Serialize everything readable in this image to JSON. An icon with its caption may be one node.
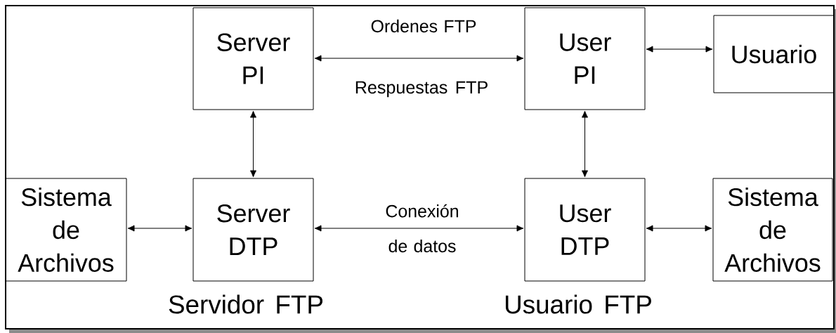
{
  "diagram": {
    "nodes": [
      {
        "text": [
          "Server PI"
        ]
      },
      {
        "text": [
          "User PI"
        ]
      },
      {
        "text": [
          "Usuario"
        ]
      },
      {
        "text": [
          "Sistema de Archivos"
        ]
      },
      {
        "text": [
          "Server DTP"
        ]
      },
      {
        "text": [
          "User DTP"
        ]
      },
      {
        "text": [
          "Sistema de Archivos"
        ]
      }
    ],
    "edges": [
      {
        "from": 0,
        "to": 1,
        "arrow": "both",
        "label": "Ordenes FTP"
      },
      {
        "from": 1,
        "to": 2,
        "arrow": "both"
      },
      {
        "from": 0,
        "to": 4,
        "arrow": "both"
      },
      {
        "from": 1,
        "to": 5,
        "arrow": "both"
      },
      {
        "from": 3,
        "to": 4,
        "arrow": "both"
      },
      {
        "from": 4,
        "to": 5,
        "arrow": "both",
        "label": "Conexión de datos"
      },
      {
        "from": 5,
        "to": 6,
        "arrow": "both"
      }
    ],
    "labels": [
      "Respuestas FTP",
      "Servidor FTP",
      "Usuario FTP"
    ]
  }
}
